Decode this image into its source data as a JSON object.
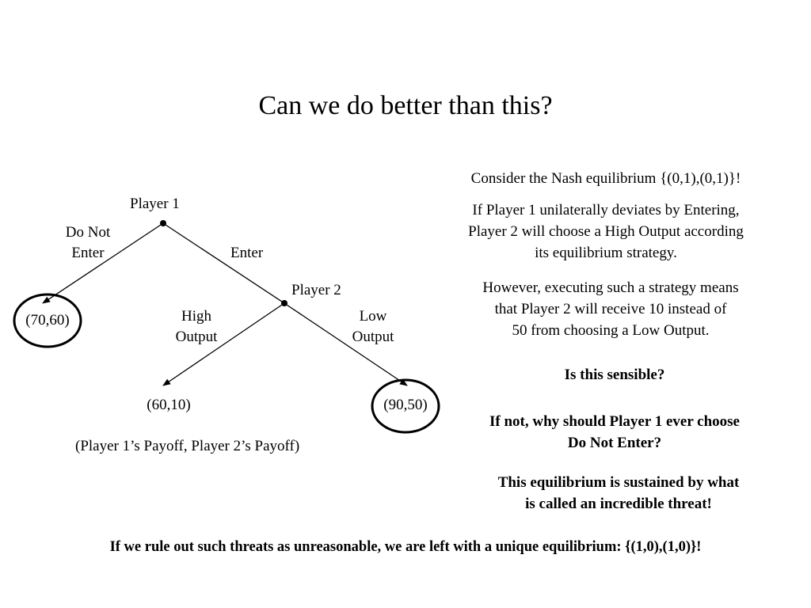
{
  "slide": {
    "title": "Can we do better than this?"
  },
  "tree": {
    "player1_label": "Player 1",
    "player2_label": "Player 2",
    "do_not_enter_line1": "Do Not",
    "do_not_enter_line2": "Enter",
    "enter_label": "Enter",
    "high_output_line1": "High",
    "high_output_line2": "Output",
    "low_output_line1": "Low",
    "low_output_line2": "Output",
    "payoff_do_not_enter": "(70,60)",
    "payoff_high_output": "(60,10)",
    "payoff_low_output": "(90,50)",
    "payoff_legend": "(Player 1’s Payoff, Player 2’s Payoff)",
    "line_color": "#000000"
  },
  "notes": {
    "nash": "Consider the Nash equilibrium {(0,1),(0,1)}!",
    "deviate_line1": "If Player 1 unilaterally deviates by Entering,",
    "deviate_line2": "Player 2 will choose a High Output according",
    "deviate_line3": "its equilibrium strategy.",
    "however_line1": "However, executing such a strategy means",
    "however_line2": "that Player 2 will receive 10 instead of",
    "however_line3": "50 from choosing a Low Output.",
    "sensible": "Is this sensible?",
    "ifnot_line1": "If not, why should Player 1 ever choose",
    "ifnot_line2": "Do Not Enter?",
    "sustained_line1": "This equilibrium is sustained by what",
    "sustained_line2": "is called an incredible threat!"
  },
  "conclusion": "If we rule out such threats as unreasonable, we are left with a unique equilibrium: {(1,0),(1,0)}!"
}
